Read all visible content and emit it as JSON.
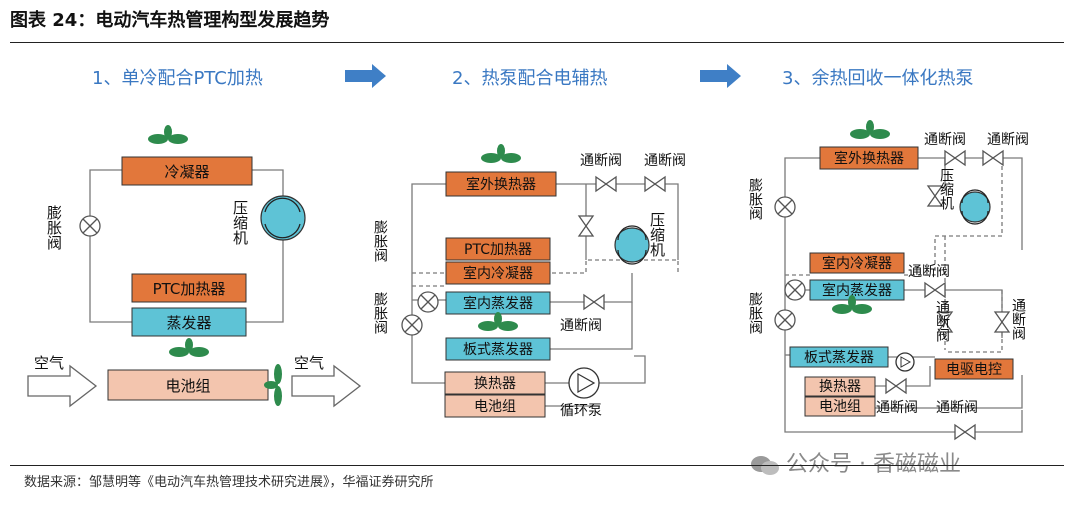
{
  "title": "图表 24：电动汽车热管理构型发展趋势",
  "source": "数据来源：邹慧明等《电动汽车热管理技术研究进展》，华福证券研究所",
  "watermark": "公众号 · 香磁磁业",
  "colors": {
    "orange": "#e2773b",
    "cyan": "#5ec3d6",
    "peach": "#f3c5ae",
    "green": "#2e8b4d",
    "blue_text": "#3a78c2",
    "line": "#7a7a7a"
  },
  "stages": [
    {
      "title": "1、单冷配合PTC加热",
      "labels": {
        "condenser": "冷凝器",
        "ptc": "PTC加热器",
        "evaporator": "蒸发器",
        "battery": "电池组",
        "expansion_valve": "膨胀阀",
        "compressor": "压缩机",
        "air_in": "空气",
        "air_out": "空气"
      }
    },
    {
      "title": "2、热泵配合电辅热",
      "labels": {
        "outdoor_hx": "室外换热器",
        "ptc": "PTC加热器",
        "indoor_condenser": "室内冷凝器",
        "indoor_evaporator": "室内蒸发器",
        "plate_evaporator": "板式蒸发器",
        "heat_exchanger": "换热器",
        "battery": "电池组",
        "pump": "循环泵",
        "compressor": "压缩机",
        "expansion_valve": "膨胀阀",
        "shutoff_valve": "通断阀"
      }
    },
    {
      "title": "3、余热回收一体化热泵",
      "labels": {
        "outdoor_hx": "室外换热器",
        "indoor_condenser": "室内冷凝器",
        "indoor_evaporator": "室内蒸发器",
        "plate_evaporator": "板式蒸发器",
        "heat_exchanger": "换热器",
        "battery": "电池组",
        "motor_control": "电驱电控",
        "compressor": "压缩机",
        "expansion_valve": "膨胀阀",
        "shutoff_valve": "通断阀"
      }
    }
  ]
}
